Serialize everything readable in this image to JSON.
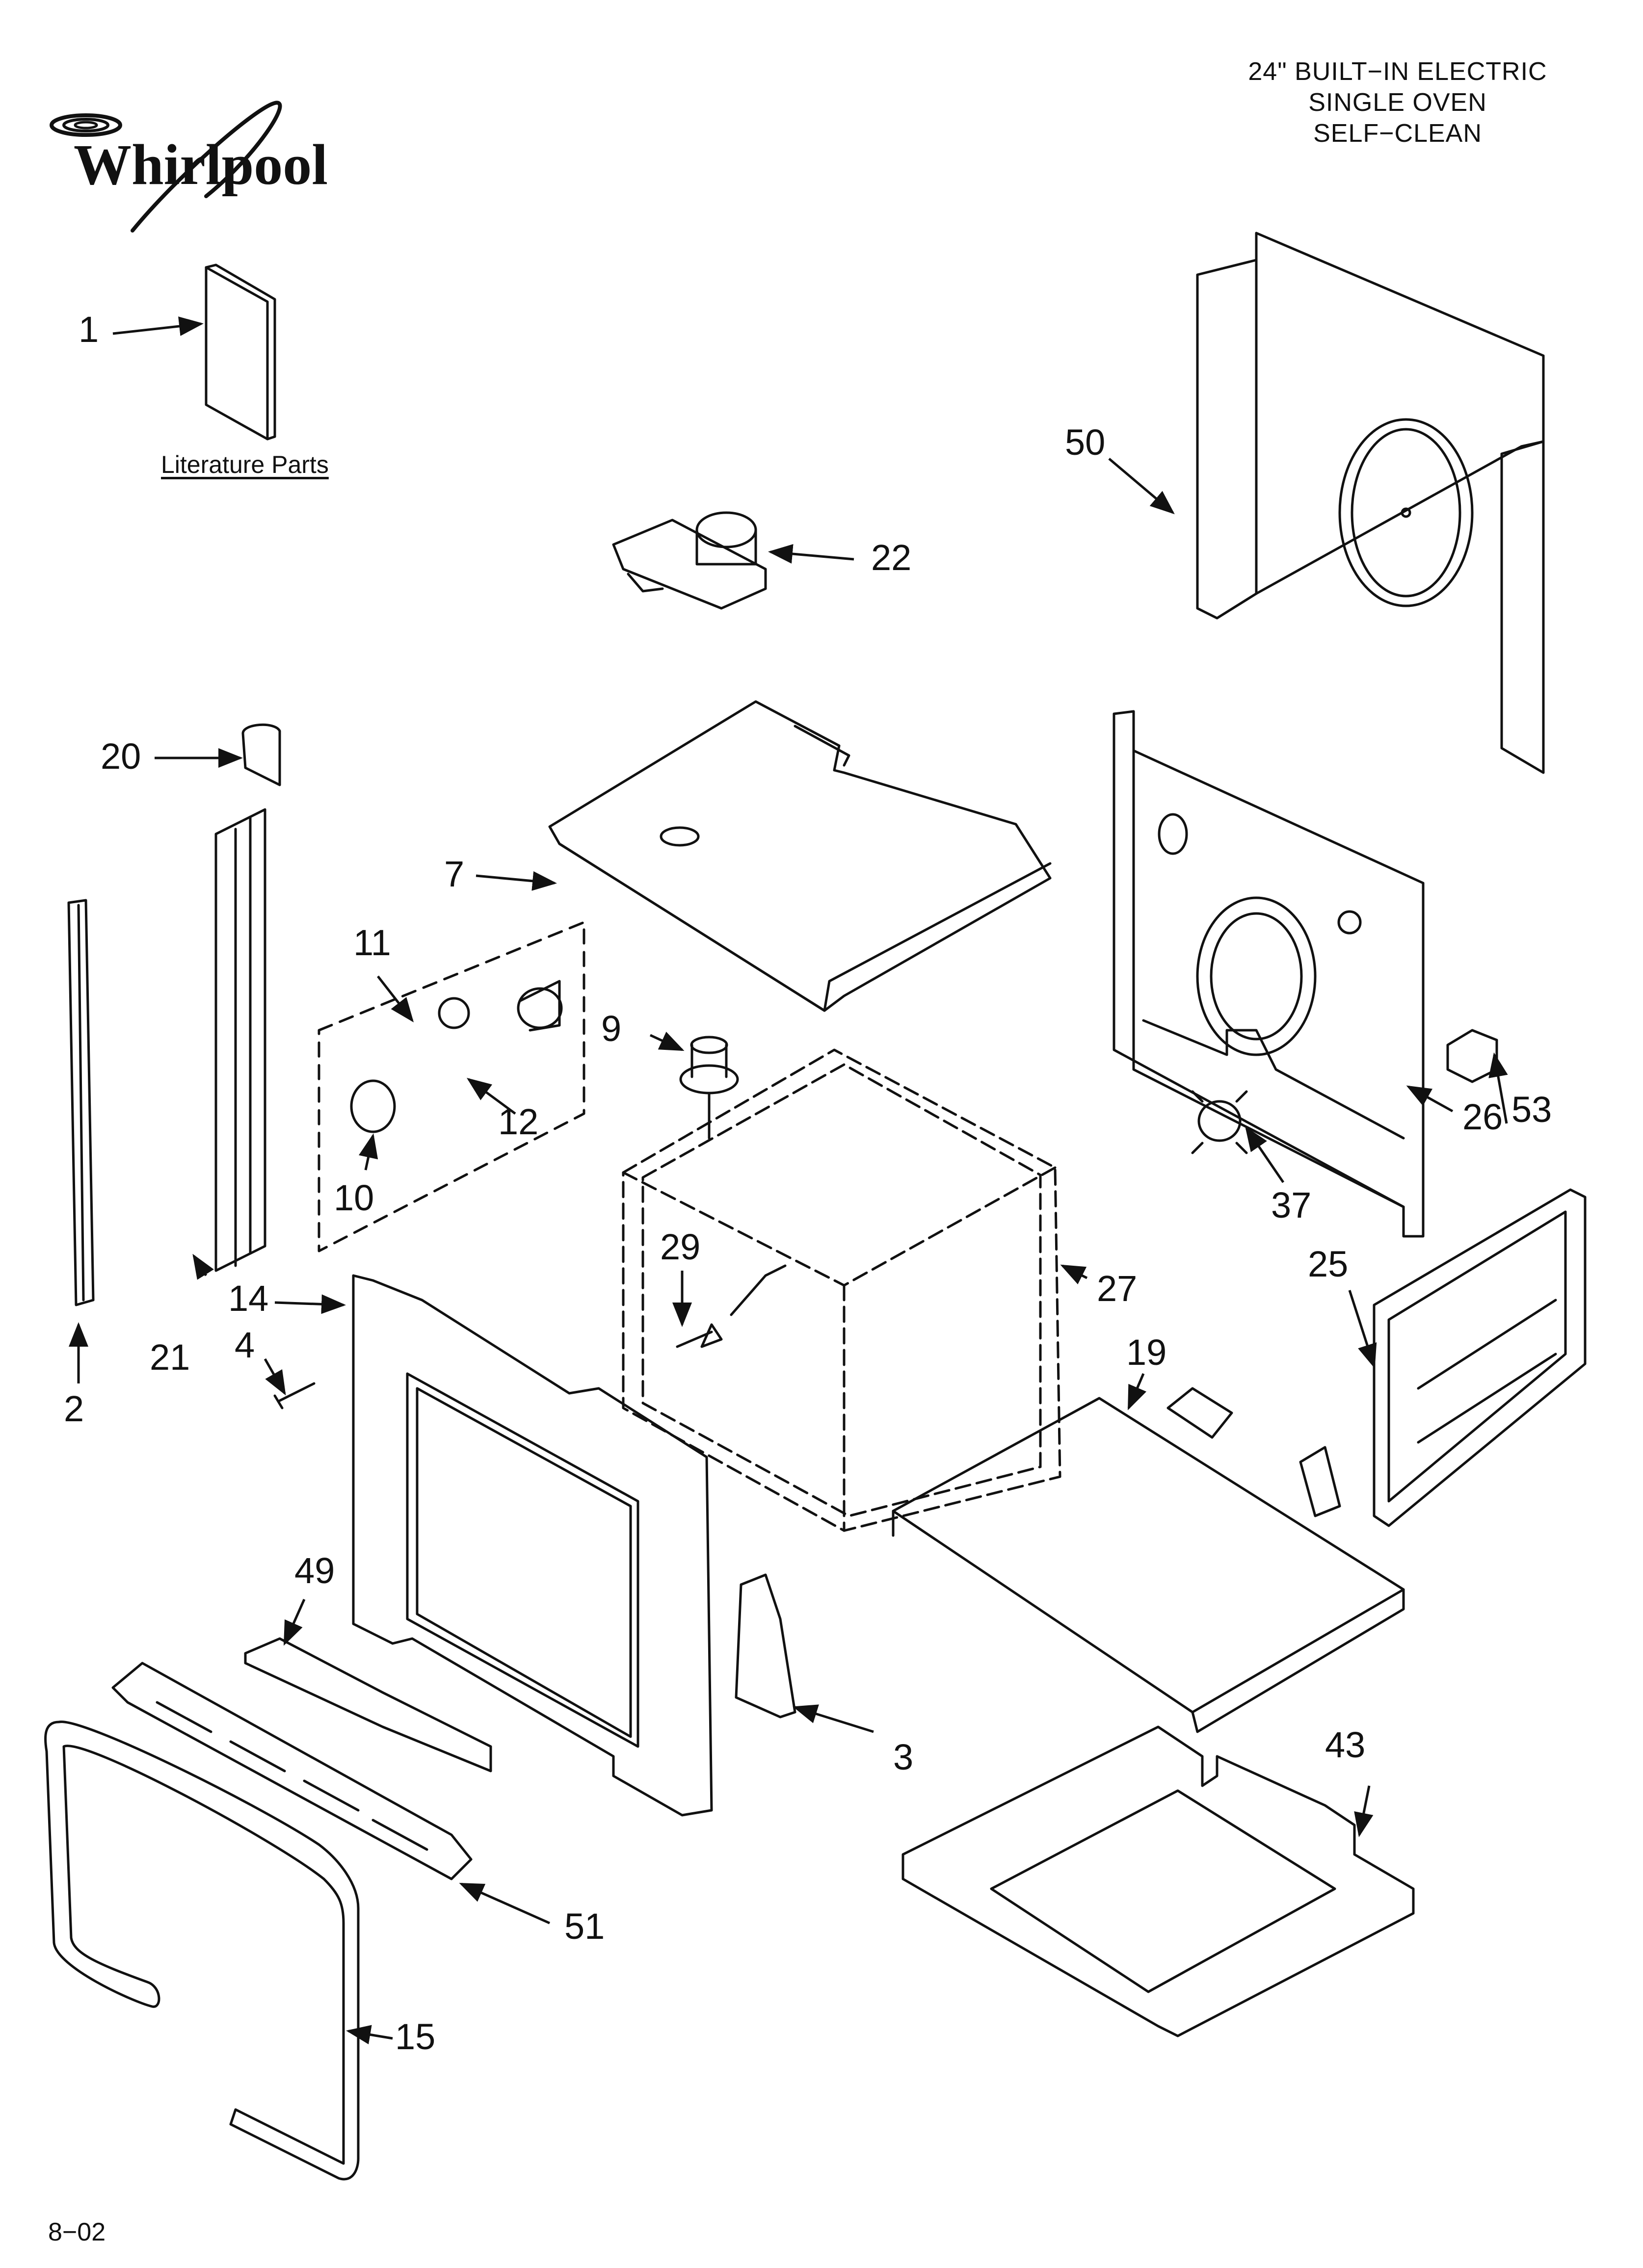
{
  "brand": {
    "logo_text": "Whirlpool"
  },
  "header": {
    "lines": [
      "24\" BUILT−IN ELECTRIC",
      "SINGLE OVEN",
      "SELF−CLEAN"
    ]
  },
  "literature_label": "Literature Parts",
  "footer": {
    "code": "8−02"
  },
  "callouts": {
    "c1": "1",
    "c2": "2",
    "c3": "3",
    "c4": "4",
    "c7": "7",
    "c9": "9",
    "c10": "10",
    "c11": "11",
    "c12": "12",
    "c14": "14",
    "c15": "15",
    "c19": "19",
    "c20": "20",
    "c21": "21",
    "c22": "22",
    "c25": "25",
    "c26": "26",
    "c27": "27",
    "c29": "29",
    "c37": "37",
    "c43": "43",
    "c49": "49",
    "c50": "50",
    "c51": "51",
    "c53": "53"
  }
}
